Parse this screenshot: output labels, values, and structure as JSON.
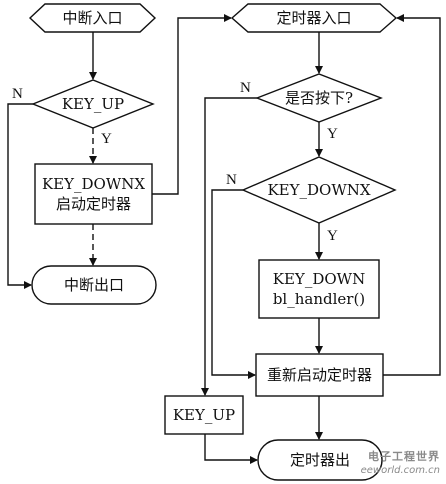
{
  "nodes": {
    "interrupt_entry": "中断入口",
    "key_up_check": "KEY_UP",
    "key_downx_start_timer": [
      "KEY_DOWNX",
      "启动定时器"
    ],
    "interrupt_exit": "中断出口",
    "timer_entry": "定时器入口",
    "pressed_check": "是否按下?",
    "key_downx_check": "KEY_DOWNX",
    "key_down_handler": [
      "KEY_DOWN",
      "bl_handler()"
    ],
    "restart_timer": "重新启动定时器",
    "key_up_box": "KEY_UP",
    "timer_exit": "定时器出"
  },
  "branch_labels": {
    "yes": "Y",
    "no": "N"
  },
  "watermark": {
    "title": "电子工程世界",
    "url": "eeworld.com.cn"
  }
}
